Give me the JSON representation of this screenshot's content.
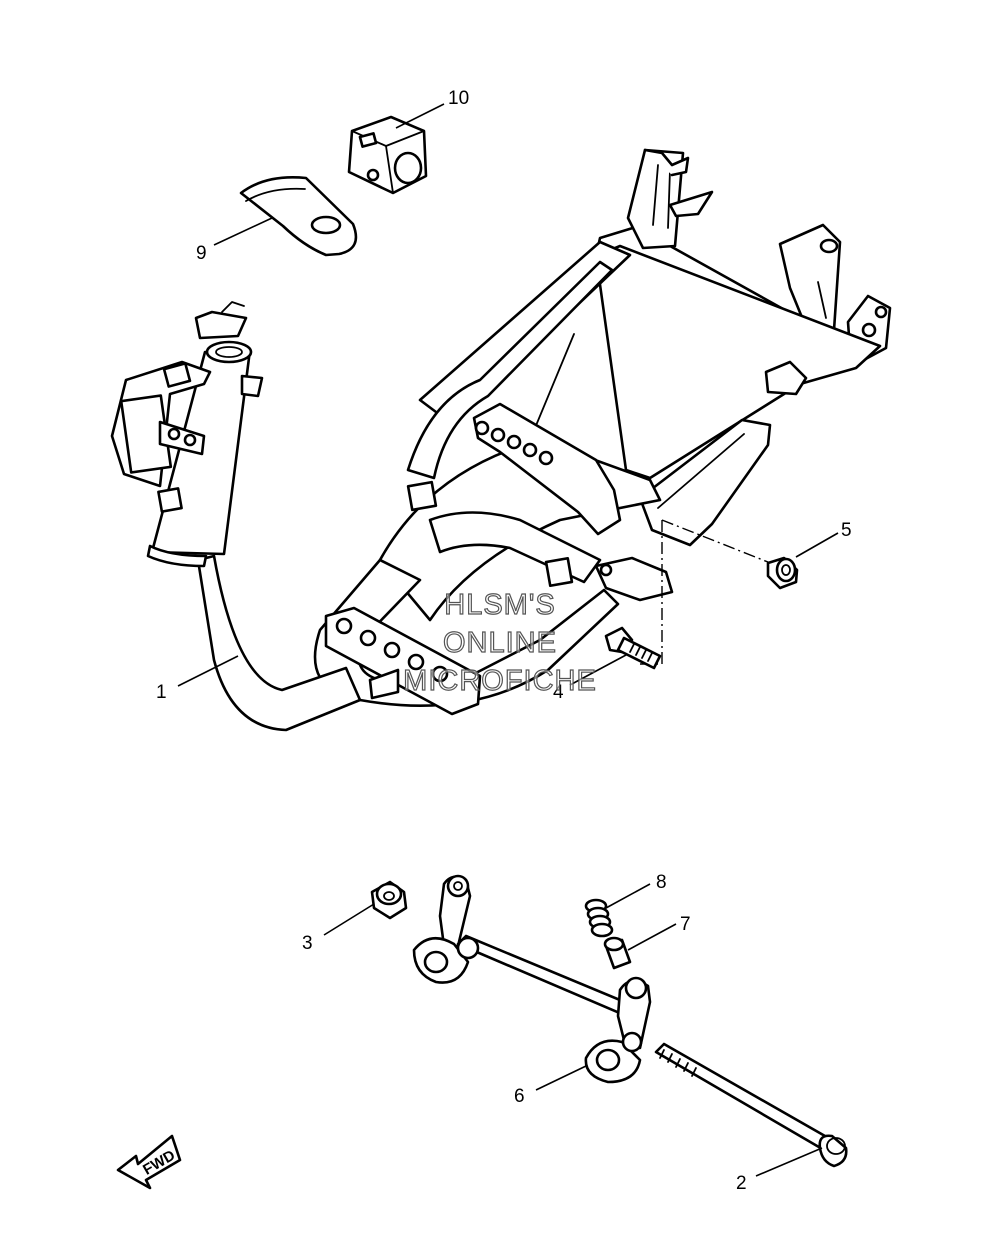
{
  "callouts": [
    {
      "id": "1",
      "label": "1"
    },
    {
      "id": "2",
      "label": "2"
    },
    {
      "id": "3",
      "label": "3"
    },
    {
      "id": "4",
      "label": "4"
    },
    {
      "id": "5",
      "label": "5"
    },
    {
      "id": "6",
      "label": "6"
    },
    {
      "id": "7",
      "label": "7"
    },
    {
      "id": "8",
      "label": "8"
    },
    {
      "id": "9",
      "label": "9"
    },
    {
      "id": "10",
      "label": "10"
    }
  ],
  "watermark": {
    "line1": "HLSM'S",
    "line2": "ONLINE",
    "line3": "MICROFICHE"
  },
  "fwd_label": "FWD"
}
